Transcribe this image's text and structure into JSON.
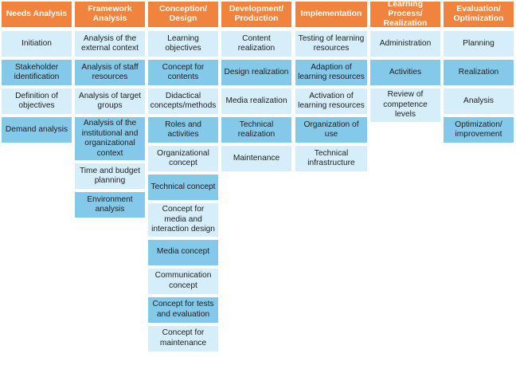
{
  "columns": [
    {
      "header": "Needs Analysis",
      "items": [
        {
          "label": "Initiation",
          "shade": "light"
        },
        {
          "label": "Stakeholder identification",
          "shade": "blue"
        },
        {
          "label": "Definition of objectives",
          "shade": "light"
        },
        {
          "label": "Demand analysis",
          "shade": "blue"
        }
      ]
    },
    {
      "header": "Framework Analysis",
      "items": [
        {
          "label": "Analysis of the external context",
          "shade": "light"
        },
        {
          "label": "Analysis of staff resources",
          "shade": "blue"
        },
        {
          "label": "Analysis of target groups",
          "shade": "light"
        },
        {
          "label": "Analysis of the institutional and organizational context",
          "shade": "blue"
        },
        {
          "label": "Time and budget planning",
          "shade": "light"
        },
        {
          "label": "Environment analysis",
          "shade": "blue"
        }
      ]
    },
    {
      "header": "Conception/ Design",
      "items": [
        {
          "label": "Learning objectives",
          "shade": "light"
        },
        {
          "label": "Concept for contents",
          "shade": "blue"
        },
        {
          "label": "Didactical concepts/methods",
          "shade": "light"
        },
        {
          "label": "Roles and activities",
          "shade": "blue"
        },
        {
          "label": "Organizational concept",
          "shade": "light"
        },
        {
          "label": "Technical concept",
          "shade": "blue"
        },
        {
          "label": "Concept for media and interaction design",
          "shade": "light"
        },
        {
          "label": "Media concept",
          "shade": "blue"
        },
        {
          "label": "Communication concept",
          "shade": "light"
        },
        {
          "label": "Concept for tests and evaluation",
          "shade": "blue"
        },
        {
          "label": "Concept for maintenance",
          "shade": "light"
        }
      ]
    },
    {
      "header": "Development/ Production",
      "items": [
        {
          "label": "Content realization",
          "shade": "light"
        },
        {
          "label": "Design realization",
          "shade": "blue"
        },
        {
          "label": "Media realization",
          "shade": "light"
        },
        {
          "label": "Technical realization",
          "shade": "blue"
        },
        {
          "label": "Maintenance",
          "shade": "light"
        }
      ]
    },
    {
      "header": "Implementation",
      "items": [
        {
          "label": "Testing of learning resources",
          "shade": "light"
        },
        {
          "label": "Adaption of learning resources",
          "shade": "blue"
        },
        {
          "label": "Activation of learning resources",
          "shade": "light"
        },
        {
          "label": "Organization of use",
          "shade": "blue"
        },
        {
          "label": "Technical infrastructure",
          "shade": "light"
        }
      ]
    },
    {
      "header": "Learning Process/ Realization",
      "items": [
        {
          "label": "Administration",
          "shade": "light"
        },
        {
          "label": "Activities",
          "shade": "blue"
        },
        {
          "label": "Review of competence levels",
          "shade": "light"
        }
      ]
    },
    {
      "header": "Evaluation/ Optimization",
      "items": [
        {
          "label": "Planning",
          "shade": "light"
        },
        {
          "label": "Realization",
          "shade": "blue"
        },
        {
          "label": "Analysis",
          "shade": "light"
        },
        {
          "label": "Optimization/ improvement",
          "shade": "blue"
        }
      ]
    }
  ],
  "colors": {
    "header": "#f0843e",
    "header_text": "#ffffff",
    "card_light": "#d6eef9",
    "card_blue": "#85c9ea",
    "card_text": "#1e1e1e"
  }
}
